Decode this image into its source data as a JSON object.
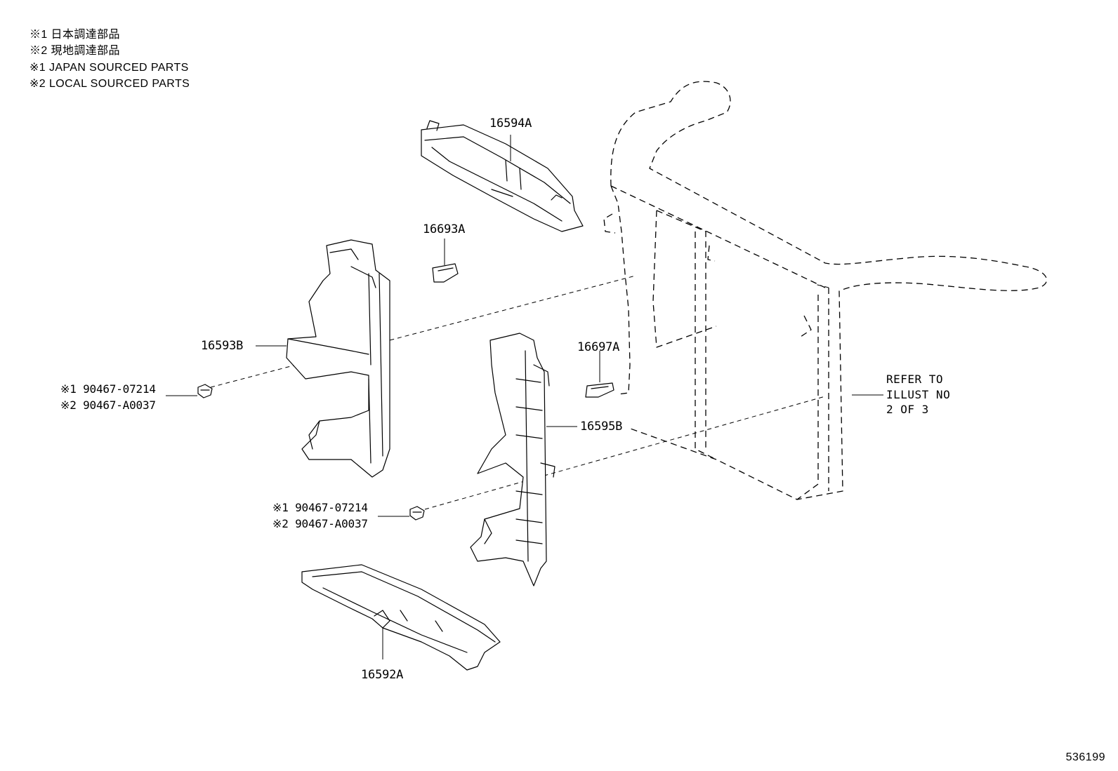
{
  "notes": [
    "※1 日本調達部品",
    "※2 現地調達部品",
    "※1 JAPAN SOURCED PARTS",
    "※2 LOCAL SOURCED PARTS"
  ],
  "parts": {
    "p16594A": "16594A",
    "p16693A": "16693A",
    "p16593B": "16593B",
    "p16697A": "16697A",
    "p16595B": "16595B",
    "p16592A": "16592A"
  },
  "clip_upper": {
    "line1": "※1 90467-07214",
    "line2": "※2 90467-A0037"
  },
  "clip_lower": {
    "line1": "※1 90467-07214",
    "line2": "※2 90467-A0037"
  },
  "refer": {
    "line1": "REFER TO",
    "line2": "ILLUST NO",
    "line3": "2 OF 3"
  },
  "image_id": "536199"
}
